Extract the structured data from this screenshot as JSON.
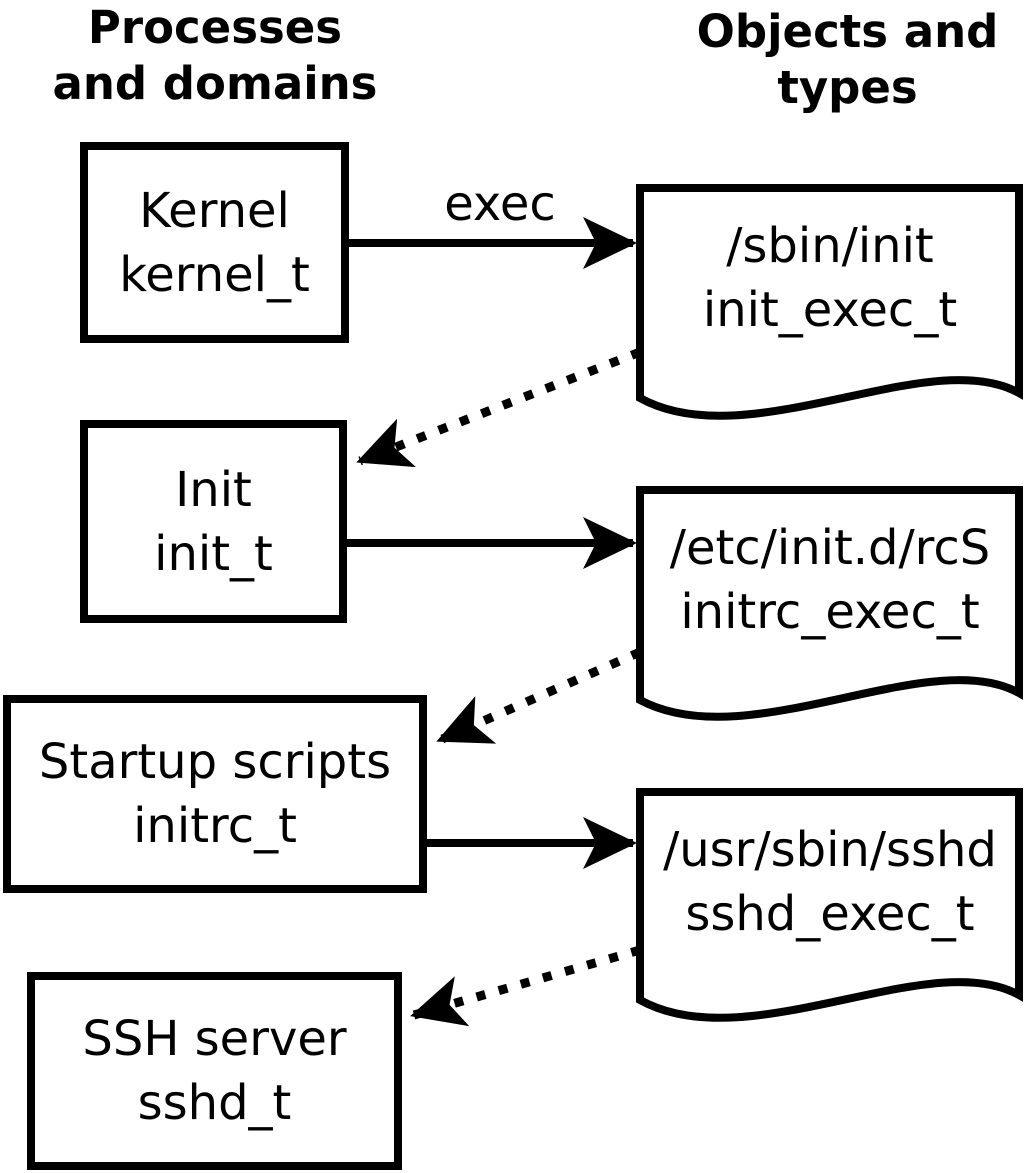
{
  "headers": {
    "left_line1": "Processes",
    "left_line2": "and domains",
    "right_line1": "Objects and",
    "right_line2": "types"
  },
  "labels": {
    "exec": "exec"
  },
  "nodes": {
    "kernel": {
      "name": "Kernel",
      "type": "kernel_t"
    },
    "init": {
      "name": "Init",
      "type": "init_t"
    },
    "startup_scripts": {
      "name": "Startup scripts",
      "type": "initrc_t"
    },
    "ssh_server": {
      "name": "SSH server",
      "type": "sshd_t"
    }
  },
  "objects": {
    "sbin_init": {
      "path": "/sbin/init",
      "type": "init_exec_t"
    },
    "etc_initd_rcs": {
      "path": "/etc/init.d/rcS",
      "type": "initrc_exec_t"
    },
    "usr_sbin_sshd": {
      "path": "/usr/sbin/sshd",
      "type": "sshd_exec_t"
    }
  },
  "colors": {
    "stroke": "#000000",
    "background": "#ffffff"
  }
}
